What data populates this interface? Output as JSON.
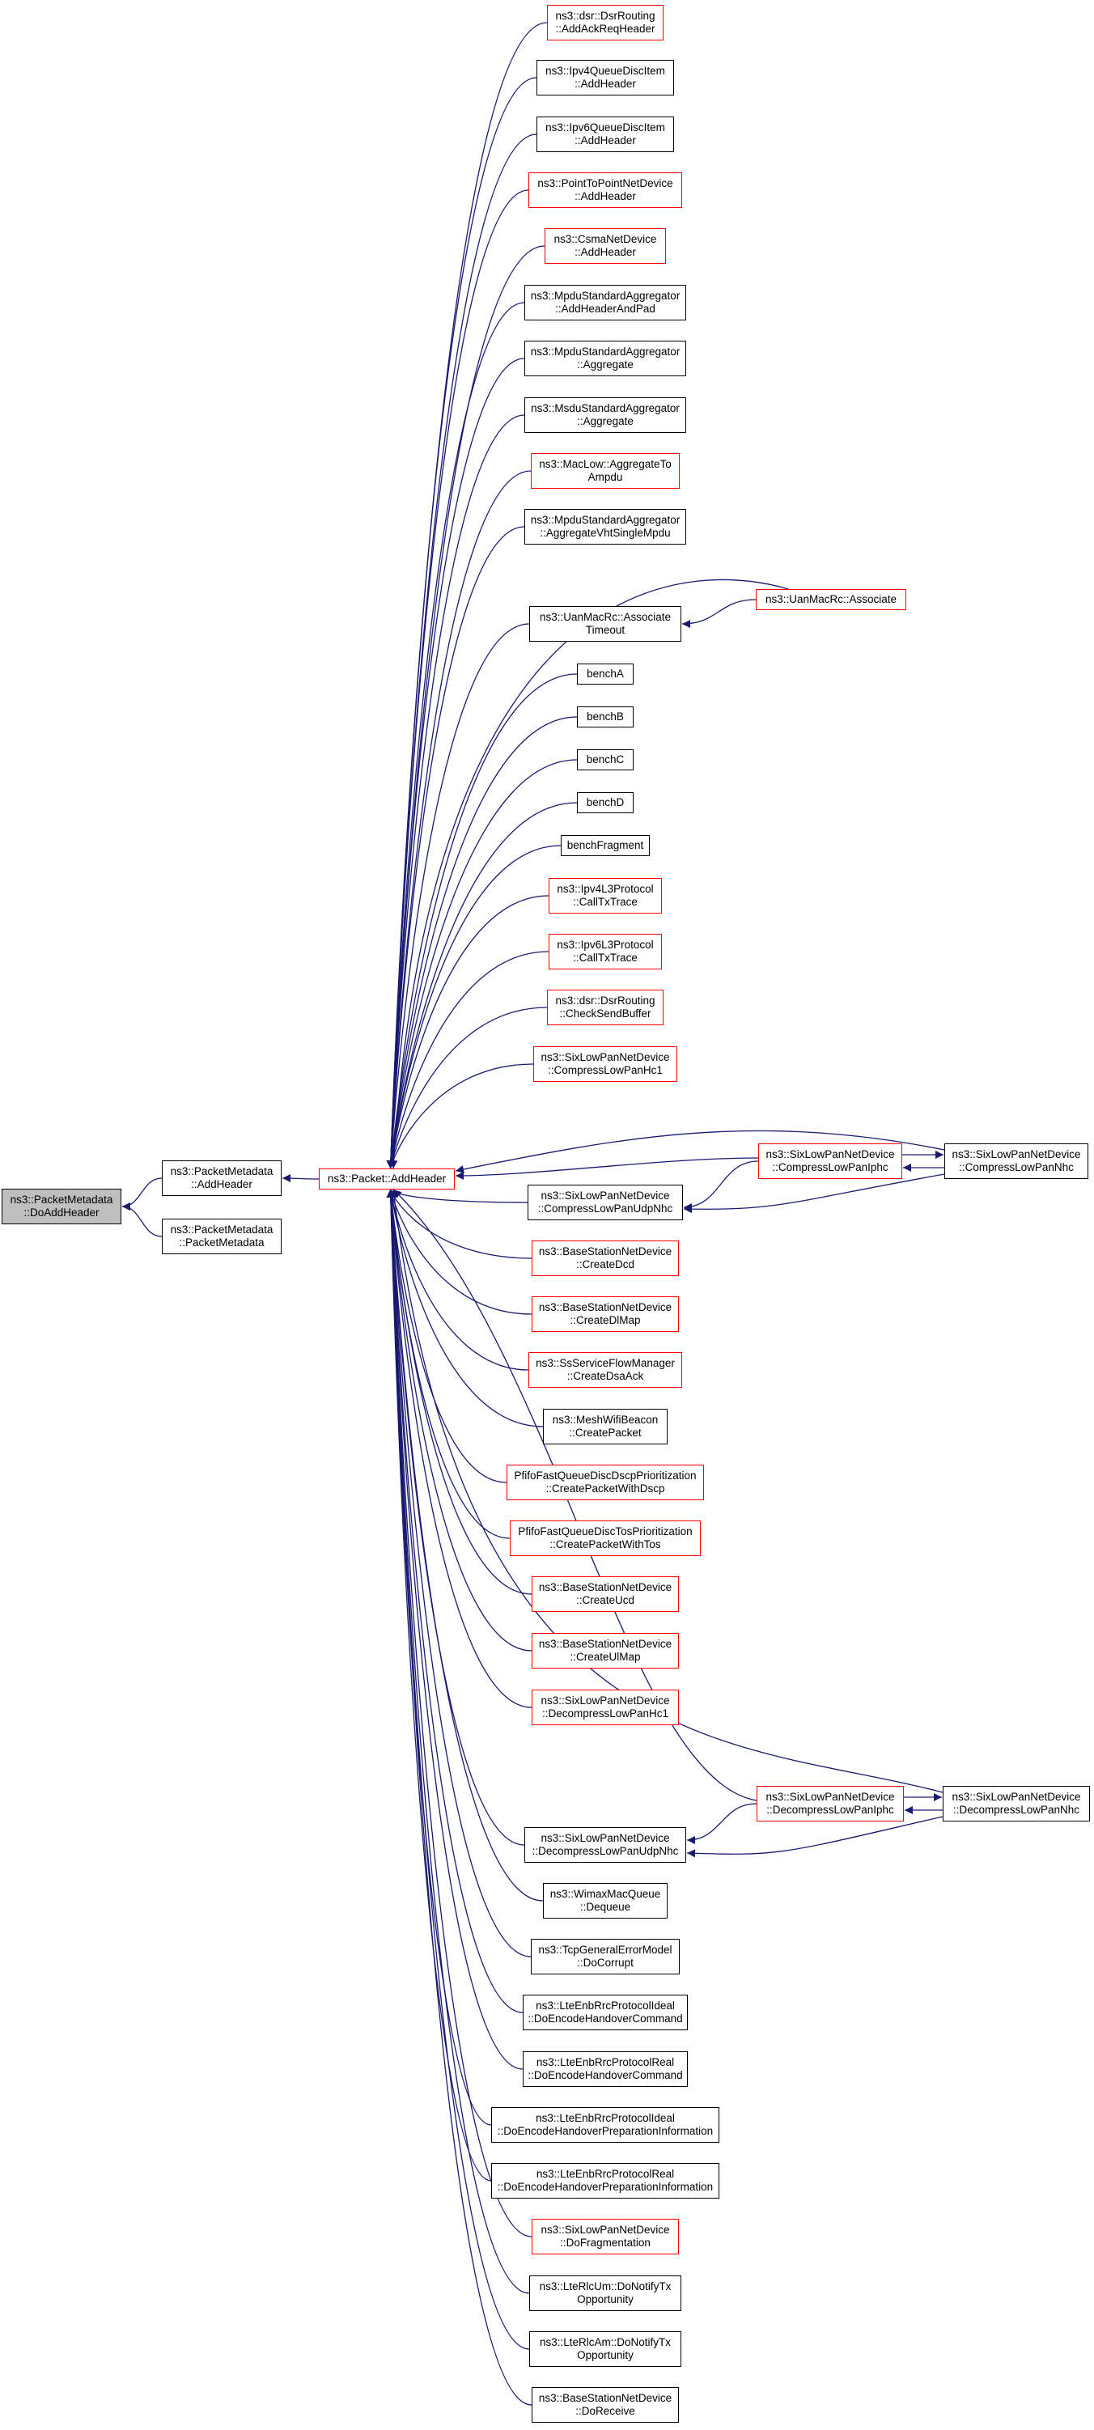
{
  "colors": {
    "edge": "#191970",
    "documented_border": "#000000",
    "undocumented_border": "#ff0000",
    "focus_fill": "#bfbfbf"
  },
  "nodes": {
    "n_root": {
      "lines": [
        "ns3::PacketMetadata",
        "::DoAddHeader"
      ],
      "style": "grey"
    },
    "n_pm_addheader": {
      "lines": [
        "ns3::PacketMetadata",
        "::AddHeader"
      ],
      "style": "black"
    },
    "n_pm_ctor": {
      "lines": [
        "ns3::PacketMetadata",
        "::PacketMetadata"
      ],
      "style": "black"
    },
    "n_packet_addheader": {
      "lines": [
        "ns3::Packet::AddHeader"
      ],
      "style": "red"
    },
    "n_dsr_addackreq": {
      "lines": [
        "ns3::dsr::DsrRouting",
        "::AddAckReqHeader"
      ],
      "style": "red"
    },
    "n_ipv4qdi": {
      "lines": [
        "ns3::Ipv4QueueDiscItem",
        "::AddHeader"
      ],
      "style": "black"
    },
    "n_ipv6qdi": {
      "lines": [
        "ns3::Ipv6QueueDiscItem",
        "::AddHeader"
      ],
      "style": "black"
    },
    "n_p2p": {
      "lines": [
        "ns3::PointToPointNetDevice",
        "::AddHeader"
      ],
      "style": "red"
    },
    "n_csma": {
      "lines": [
        "ns3::CsmaNetDevice",
        "::AddHeader"
      ],
      "style": "red"
    },
    "n_mpdu_pad": {
      "lines": [
        "ns3::MpduStandardAggregator",
        "::AddHeaderAndPad"
      ],
      "style": "black"
    },
    "n_mpdu_agg": {
      "lines": [
        "ns3::MpduStandardAggregator",
        "::Aggregate"
      ],
      "style": "black"
    },
    "n_msdu_agg": {
      "lines": [
        "ns3::MsduStandardAggregator",
        "::Aggregate"
      ],
      "style": "black"
    },
    "n_maclow": {
      "lines": [
        "ns3::MacLow::AggregateTo",
        "Ampdu"
      ],
      "style": "red"
    },
    "n_mpdu_vht": {
      "lines": [
        "ns3::MpduStandardAggregator",
        "::AggregateVhtSingleMpdu"
      ],
      "style": "black"
    },
    "n_uan_assoc_to": {
      "lines": [
        "ns3::UanMacRc::Associate",
        "Timeout"
      ],
      "style": "black"
    },
    "n_uan_assoc": {
      "lines": [
        "ns3::UanMacRc::Associate"
      ],
      "style": "red"
    },
    "n_benchA": {
      "lines": [
        "benchA"
      ],
      "style": "black"
    },
    "n_benchB": {
      "lines": [
        "benchB"
      ],
      "style": "black"
    },
    "n_benchC": {
      "lines": [
        "benchC"
      ],
      "style": "black"
    },
    "n_benchD": {
      "lines": [
        "benchD"
      ],
      "style": "black"
    },
    "n_benchFrag": {
      "lines": [
        "benchFragment"
      ],
      "style": "black"
    },
    "n_ipv4l3": {
      "lines": [
        "ns3::Ipv4L3Protocol",
        "::CallTxTrace"
      ],
      "style": "red"
    },
    "n_ipv6l3": {
      "lines": [
        "ns3::Ipv6L3Protocol",
        "::CallTxTrace"
      ],
      "style": "red"
    },
    "n_dsr_checksend": {
      "lines": [
        "ns3::dsr::DsrRouting",
        "::CheckSendBuffer"
      ],
      "style": "red"
    },
    "n_sl_comp_hc1": {
      "lines": [
        "ns3::SixLowPanNetDevice",
        "::CompressLowPanHc1"
      ],
      "style": "red"
    },
    "n_sl_comp_iphc": {
      "lines": [
        "ns3::SixLowPanNetDevice",
        "::CompressLowPanIphc"
      ],
      "style": "red"
    },
    "n_sl_comp_nhc": {
      "lines": [
        "ns3::SixLowPanNetDevice",
        "::CompressLowPanNhc"
      ],
      "style": "black"
    },
    "n_sl_comp_udpnhc": {
      "lines": [
        "ns3::SixLowPanNetDevice",
        "::CompressLowPanUdpNhc"
      ],
      "style": "black"
    },
    "n_bs_dcd": {
      "lines": [
        "ns3::BaseStationNetDevice",
        "::CreateDcd"
      ],
      "style": "red"
    },
    "n_bs_dlmap": {
      "lines": [
        "ns3::BaseStationNetDevice",
        "::CreateDlMap"
      ],
      "style": "red"
    },
    "n_ss_dsa": {
      "lines": [
        "ns3::SsServiceFlowManager",
        "::CreateDsaAck"
      ],
      "style": "red"
    },
    "n_mesh_beacon": {
      "lines": [
        "ns3::MeshWifiBeacon",
        "::CreatePacket"
      ],
      "style": "black"
    },
    "n_pfifo_dscp": {
      "lines": [
        "PfifoFastQueueDiscDscpPrioritization",
        "::CreatePacketWithDscp"
      ],
      "style": "red"
    },
    "n_pfifo_tos": {
      "lines": [
        "PfifoFastQueueDiscTosPrioritization",
        "::CreatePacketWithTos"
      ],
      "style": "red"
    },
    "n_bs_ucd": {
      "lines": [
        "ns3::BaseStationNetDevice",
        "::CreateUcd"
      ],
      "style": "red"
    },
    "n_bs_ulmap": {
      "lines": [
        "ns3::BaseStationNetDevice",
        "::CreateUlMap"
      ],
      "style": "red"
    },
    "n_sl_decomp_hc1": {
      "lines": [
        "ns3::SixLowPanNetDevice",
        "::DecompressLowPanHc1"
      ],
      "style": "red"
    },
    "n_sl_decomp_iphc": {
      "lines": [
        "ns3::SixLowPanNetDevice",
        "::DecompressLowPanIphc"
      ],
      "style": "red"
    },
    "n_sl_decomp_nhc": {
      "lines": [
        "ns3::SixLowPanNetDevice",
        "::DecompressLowPanNhc"
      ],
      "style": "black"
    },
    "n_sl_decomp_udpnhc": {
      "lines": [
        "ns3::SixLowPanNetDevice",
        "::DecompressLowPanUdpNhc"
      ],
      "style": "black"
    },
    "n_wimax_dequeue": {
      "lines": [
        "ns3::WimaxMacQueue",
        "::Dequeue"
      ],
      "style": "black"
    },
    "n_tcp_err": {
      "lines": [
        "ns3::TcpGeneralErrorModel",
        "::DoCorrupt"
      ],
      "style": "black"
    },
    "n_lte_ideal_ho": {
      "lines": [
        "ns3::LteEnbRrcProtocolIdeal",
        "::DoEncodeHandoverCommand"
      ],
      "style": "black"
    },
    "n_lte_real_ho": {
      "lines": [
        "ns3::LteEnbRrcProtocolReal",
        "::DoEncodeHandoverCommand"
      ],
      "style": "black"
    },
    "n_lte_ideal_prep": {
      "lines": [
        "ns3::LteEnbRrcProtocolIdeal",
        "::DoEncodeHandoverPreparationInformation"
      ],
      "style": "black"
    },
    "n_lte_real_prep": {
      "lines": [
        "ns3::LteEnbRrcProtocolReal",
        "::DoEncodeHandoverPreparationInformation"
      ],
      "style": "black"
    },
    "n_sl_frag": {
      "lines": [
        "ns3::SixLowPanNetDevice",
        "::DoFragmentation"
      ],
      "style": "red"
    },
    "n_lte_rlc_um": {
      "lines": [
        "ns3::LteRlcUm::DoNotifyTx",
        "Opportunity"
      ],
      "style": "black"
    },
    "n_lte_rlc_am": {
      "lines": [
        "ns3::LteRlcAm::DoNotifyTx",
        "Opportunity"
      ],
      "style": "black"
    },
    "n_bs_doreceive": {
      "lines": [
        "ns3::BaseStationNetDevice",
        "::DoReceive"
      ],
      "style": "black"
    }
  }
}
